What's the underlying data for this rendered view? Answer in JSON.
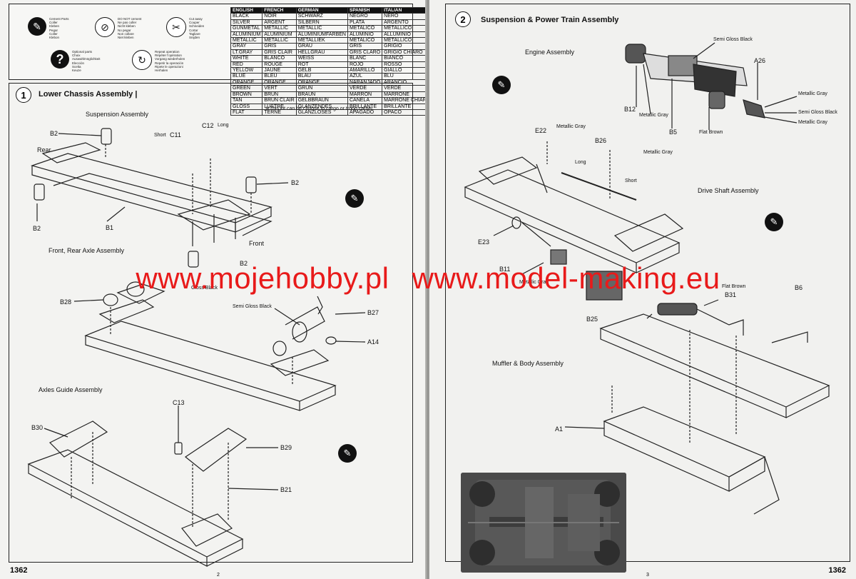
{
  "legend": {
    "symbols": [
      {
        "icon": "cement-icon",
        "glyph": "✎",
        "text": "Cement Parts\nColler\nKleben\nPegar\nColler\nKlebon"
      },
      {
        "icon": "no-cement-icon",
        "glyph": "⊘",
        "text": "DO NOT cement\nNe pas coller\nNicht kleben\nNo pegar\nNon collare\nNiet kleben"
      },
      {
        "icon": "cut-icon",
        "glyph": "✂",
        "text": "Cut away\nCouper\nSchneiden\nCortar\nTagliare\nSnijden"
      },
      {
        "icon": "optional-icon",
        "glyph": "?",
        "text": "Optional parts\nChoix\nAuswahlmöglichkeit\nElección\nScelta\nKeuze"
      },
      {
        "icon": "repeat-icon",
        "glyph": "↻",
        "text": "Repeat operation\nRépéter l'opération\nVorgang wiederholen\nRepetir la operación\nRipete le operazioni\nHerhalen"
      }
    ],
    "headers": [
      "ENGLISH",
      "FRENCH",
      "GERMAN",
      "SPANISH",
      "ITALIAN"
    ],
    "rows": [
      [
        "BLACK",
        "NOIR",
        "SCHWARZ",
        "NEGRO",
        "NERO"
      ],
      [
        "SILVER",
        "ARGENT",
        "SILBERN",
        "PLATA",
        "ARGENTO"
      ],
      [
        "GUNMETAL",
        "METALLIC",
        "METALLIC",
        "METALICO",
        "METALLICO"
      ],
      [
        "ALUMINIUM",
        "ALUMINIUM",
        "ALUMINIUMFARBEN",
        "ALUMINIO",
        "ALLUMINIO"
      ],
      [
        "METALLIC",
        "METALLIC",
        "METALLIEK",
        "METALICO",
        "METALLICO"
      ],
      [
        "GRAY",
        "GRIS",
        "GRAU",
        "GRIS",
        "GRIGIO"
      ],
      [
        "LT.GRAY",
        "GRIS CLAIR",
        "HELLGRAU",
        "GRIS CLARO",
        "GRIGIO CHIARO"
      ],
      [
        "WHITE",
        "BLANCO",
        "WEISS",
        "BLANC",
        "BIANCO"
      ],
      [
        "RED",
        "ROUGE",
        "ROT",
        "ROJO",
        "ROSSO"
      ],
      [
        "YELLOW",
        "JAUNE",
        "GELB",
        "AMARILLO",
        "GIALLO"
      ],
      [
        "BLUE",
        "BLEU",
        "BLAU",
        "AZUL",
        "BLU"
      ],
      [
        "ORANGE",
        "ORANGE",
        "ORANGE",
        "NARANJADO",
        "ARANCIO"
      ],
      [
        "GREEN",
        "VERT",
        "GRUN",
        "VERDE",
        "VERDE"
      ],
      [
        "BROWN",
        "BRUN",
        "BRAUN",
        "MARRON",
        "MARRONE"
      ],
      [
        "TAN",
        "BRUN CLAIR",
        "GELBBRAUN",
        "CANELA",
        "MARRONE CHIARO"
      ],
      [
        "GLOSS",
        "LUSTRE",
        "GLANZENDES",
        "BRILLANTE",
        "BRILLANTE"
      ],
      [
        "FLAT",
        "TERNE",
        "GLANZLOSES",
        "APAGADO",
        "OPACO"
      ]
    ]
  },
  "step1": {
    "number": "1",
    "title": "Lower Chassis Assembly |",
    "note": "※This kit can be choose to cargo or troop carrier.",
    "sub_suspension": "Suspension Assembly",
    "sub_axle": "Front, Rear Axle Assembly",
    "sub_guide": "Axles Guide Assembly",
    "labels": {
      "b2_a": "B2",
      "rear": "Rear",
      "short": "Short",
      "c11": "C11",
      "c12": "C12",
      "long": "Long",
      "b2_b": "B2",
      "b2_c": "B2",
      "b1": "B1",
      "front": "Front",
      "b2_d": "B2",
      "gloss_black": "Gloss Black",
      "b28": "B28",
      "semi_gloss_black": "Semi Gloss Black",
      "b27": "B27",
      "a14": "A14",
      "c13": "C13",
      "b30": "B30",
      "b29": "B29",
      "b21": "B21"
    }
  },
  "step2": {
    "number": "2",
    "title": "Suspension & Power Train Assembly",
    "sub_engine": "Engine Assembly",
    "sub_drive": "Drive Shaft Assembly",
    "sub_muffler": "Muffler & Body Assembly",
    "labels": {
      "semi_gloss_black_a": "Semi Gloss Black",
      "a26": "A26",
      "metallic_gray_a": "Metallic Gray",
      "semi_gloss_black_b": "Semi Gloss Black",
      "metallic_gray_b": "Metallic Gray",
      "b12": "B12",
      "metallic_gray_c": "Metallic Gray",
      "b5": "B5",
      "flat_brown_a": "Flat Brown",
      "e22": "E22",
      "metallic_gray_d": "Metallic Gray",
      "b26": "B26",
      "long": "Long",
      "metallic_gray_e": "Metallic Gray",
      "short": "Short",
      "e23": "E23",
      "b11": "B11",
      "metallic_gray_f": "Metallic Gray",
      "flat_brown_b": "Flat Brown",
      "b31": "B31",
      "b25": "B25",
      "a1": "A1",
      "b6": "B6"
    }
  },
  "footer": {
    "left_code": "1362",
    "left_folio": "2",
    "right_code": "1362",
    "right_folio": "3"
  },
  "watermark": {
    "left": "www.mojehobby.pl",
    "right": "www.model-making.eu"
  }
}
